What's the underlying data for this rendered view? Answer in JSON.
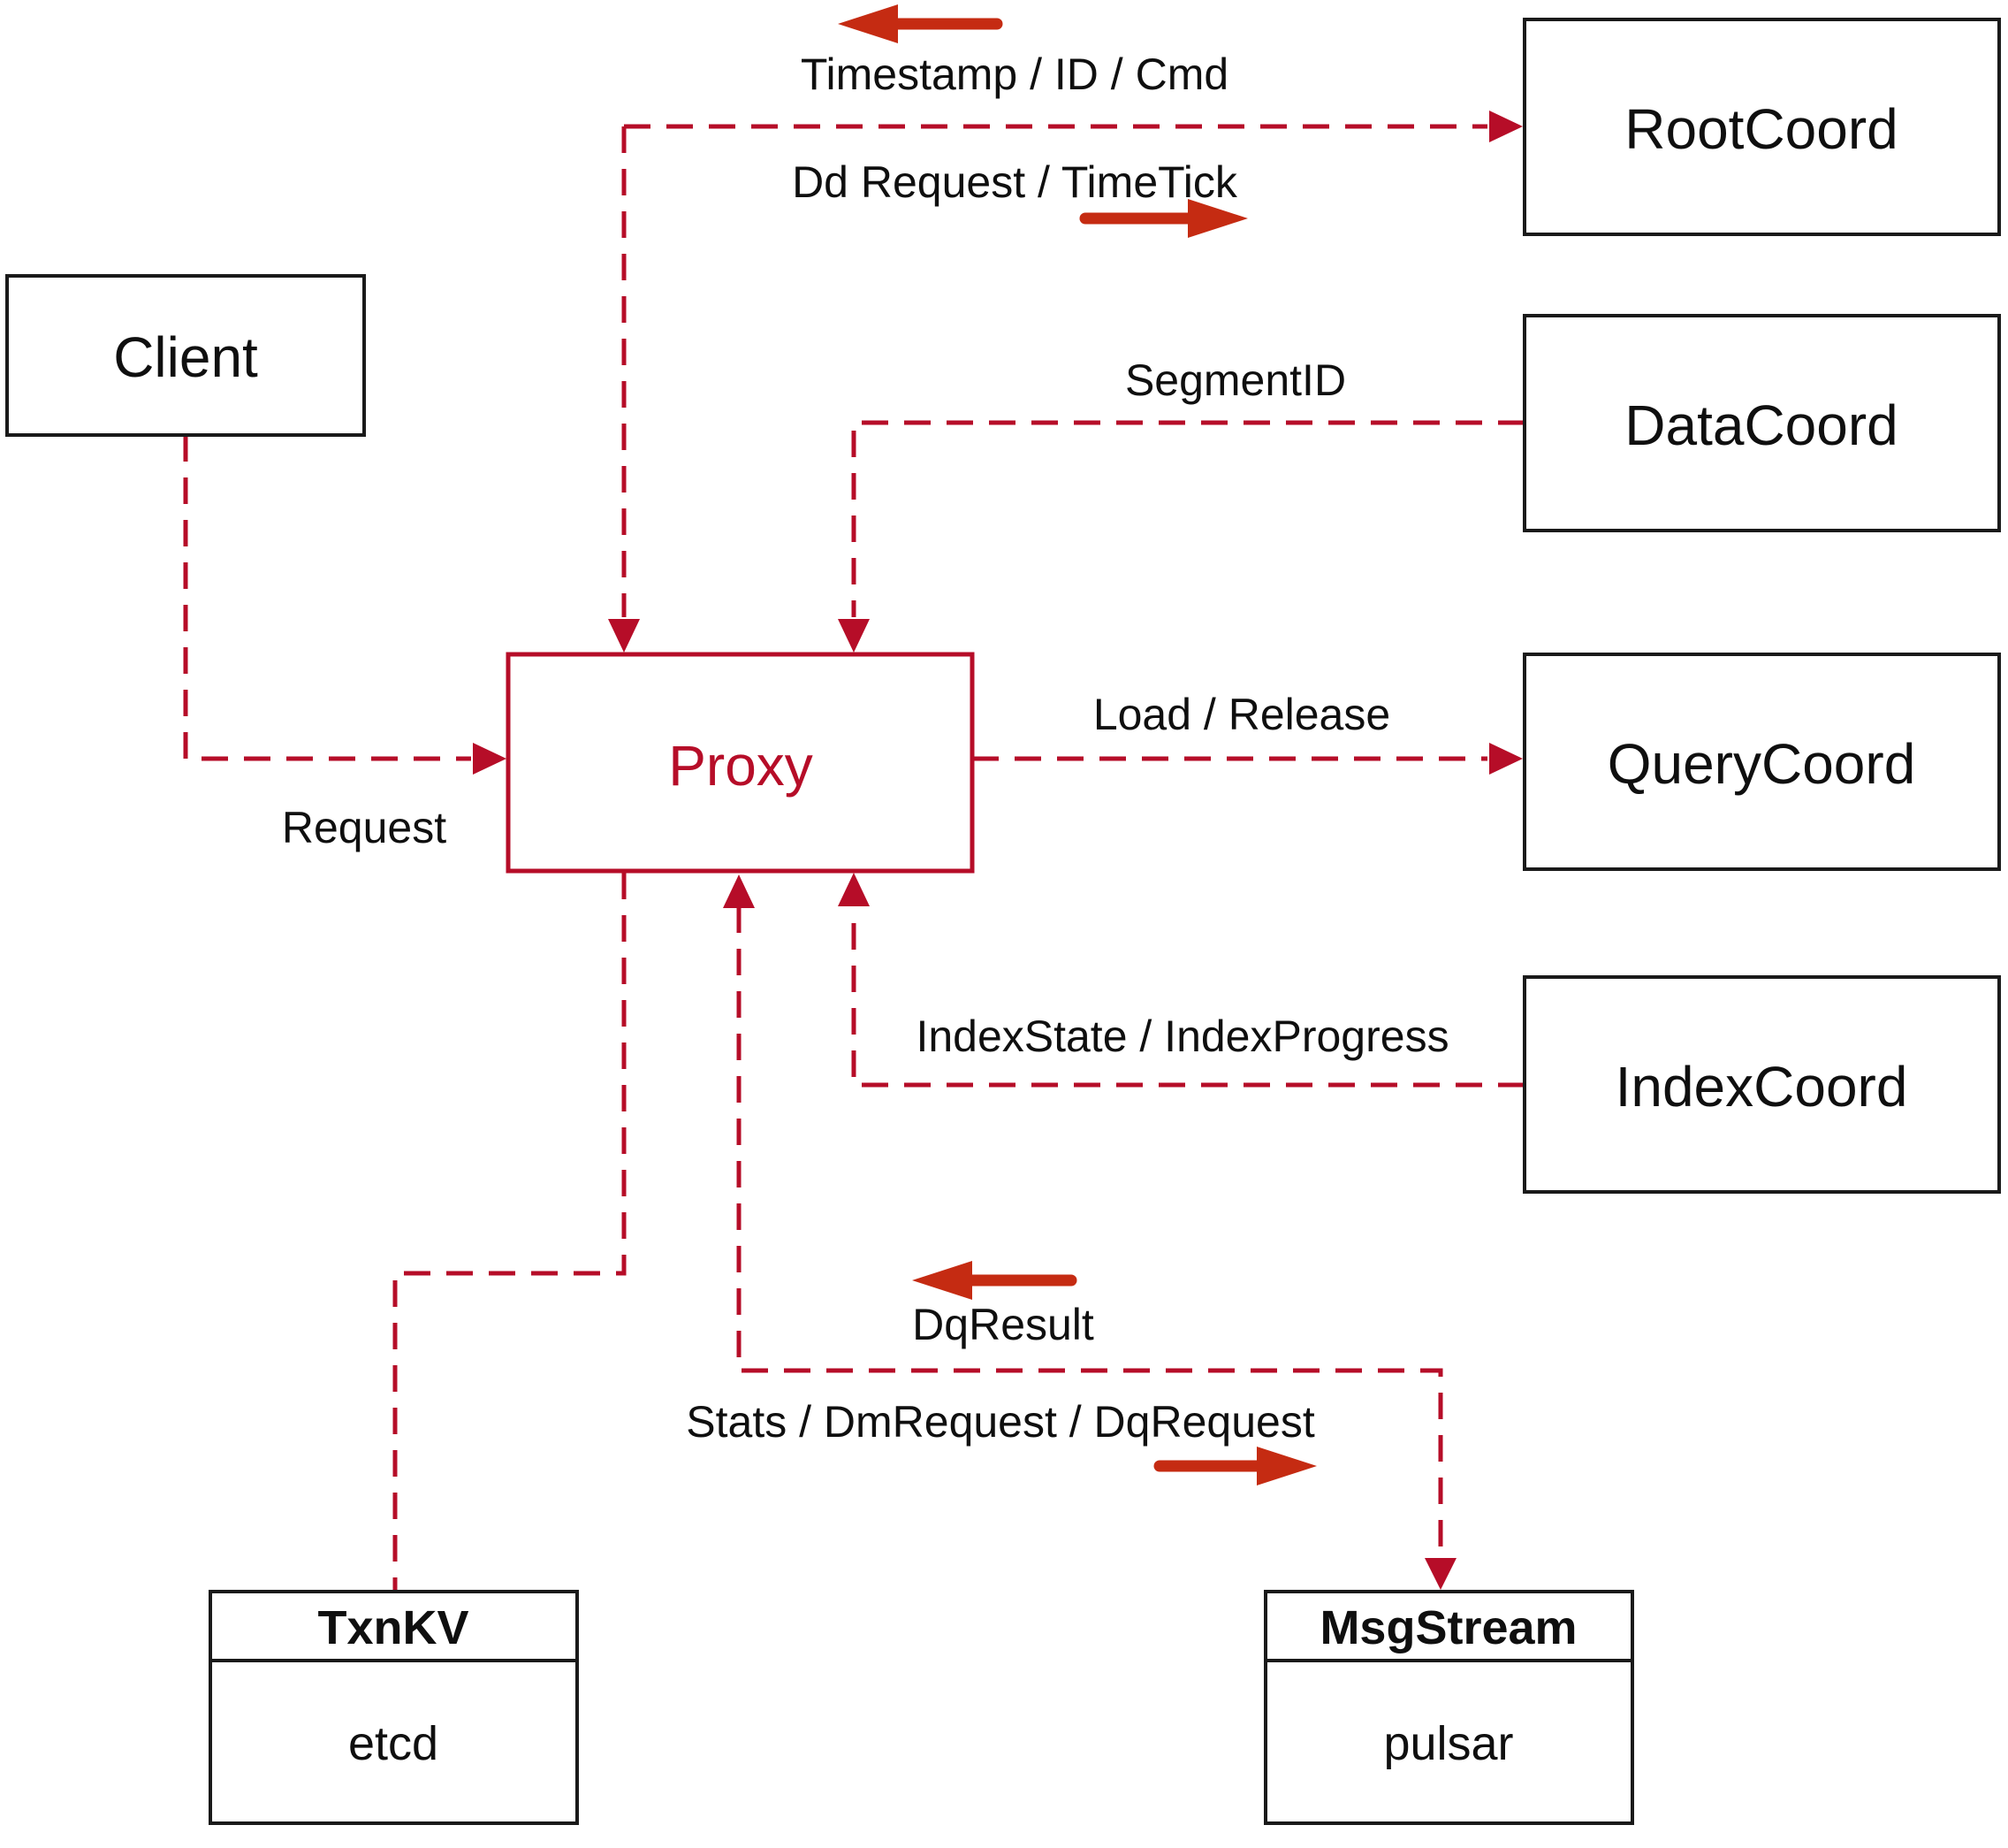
{
  "diagram": {
    "background": "#ffffff",
    "colors": {
      "box_border": "#1a1a1a",
      "text": "#0f0f0f",
      "crimson_line": "#b60d28",
      "solid_arrow": "#c52b12"
    },
    "nodes": {
      "client": {
        "label": "Client"
      },
      "proxy": {
        "label": "Proxy"
      },
      "root_coord": {
        "label": "RootCoord"
      },
      "data_coord": {
        "label": "DataCoord"
      },
      "query_coord": {
        "label": "QueryCoord"
      },
      "index_coord": {
        "label": "IndexCoord"
      },
      "txn_kv": {
        "label": "TxnKV",
        "implementation": "etcd"
      },
      "msg_stream": {
        "label": "MsgStream",
        "implementation": "pulsar"
      }
    },
    "edge_labels": {
      "timestamp_id_cmd": "Timestamp / ID / Cmd",
      "dd_request_timetick": "Dd Request / TimeTick",
      "segment_id": "SegmentID",
      "request": "Request",
      "load_release": "Load / Release",
      "index_state_progress": "IndexState / IndexProgress",
      "dq_result": "DqResult",
      "stats_dm_dq_request": "Stats / DmRequest / DqRequest"
    }
  }
}
